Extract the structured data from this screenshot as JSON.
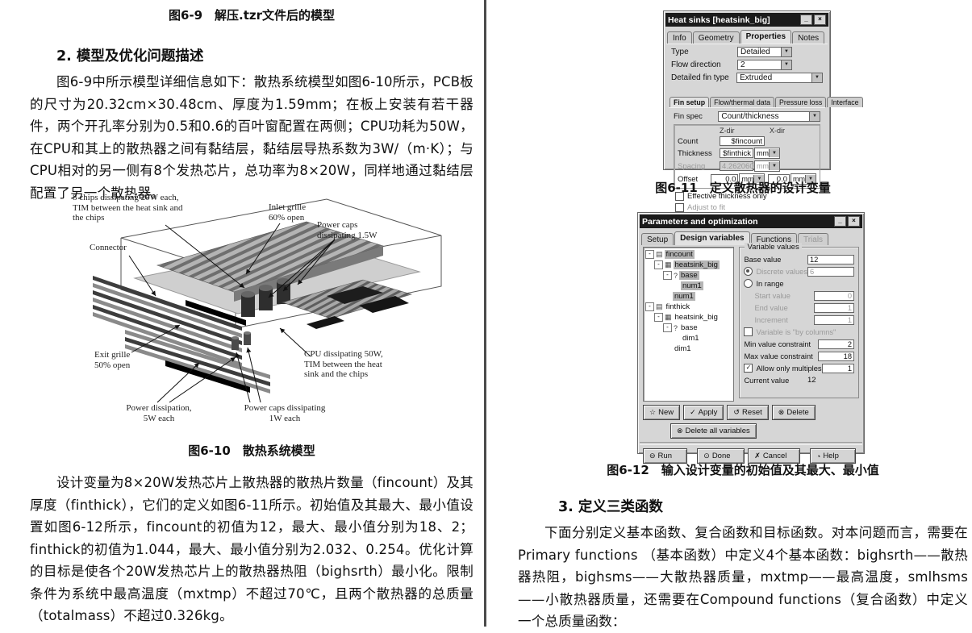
{
  "left_column": {
    "fig9_caption": "图6-9　解压.tzr文件后的模型",
    "section_heading": "2. 模型及优化问题描述",
    "para1": "图6-9中所示模型详细信息如下：散热系统模型如图6-10所示，PCB板的尺寸为20.32cm×30.48cm、厚度为1.59mm；在板上安装有若干器件，两个开孔率分别为0.5和0.6的百叶窗配置在两侧；CPU功耗为50W，在CPU和其上的散热器之间有黏结层，黏结层导热系数为3W/（m·K）；与CPU相对的另一侧有8个发热芯片，总功率为8×20W，同样地通过黏结层配置了另一个散热器。",
    "figure10": {
      "caption": "图6-10　散热系统模型",
      "labels": {
        "chips": "8 chips dissipating 20W each,\nTIM between the heat sink and\nthe chips",
        "connector": "Connector",
        "inlet": "Inlet grille\n60% open",
        "power_caps_15w": "Power caps\ndissipating 1.5W",
        "exit": "Exit grille\n50% open",
        "cpu": "CPU dissipating 50W,\nTIM between the heat\nsink and the chips",
        "power_dissipation": "Power dissipation,\n5W each",
        "power_caps_1w": "Power caps dissipating\n1W each"
      }
    },
    "para2": "设计变量为8×20W发热芯片上散热器的散热片数量（fincount）及其厚度（finthick），它们的定义如图6-11所示。初始值及其最大、最小值设置如图6-12所示，fincount的初值为12，最大、最小值分别为18、2；finthick的初值为1.044，最大、最小值分别为2.032、0.254。优化计算的目标是使各个20W发热芯片上的散热器热阻（bighsrth）最小化。限制条件为系统中最高温度（mxtmp）不超过70℃，且两个散热器的总质量（totalmass）不超过0.326kg。"
  },
  "right_column": {
    "dialog1": {
      "title": "Heat sinks [heatsink_big]",
      "minimize": "_",
      "close": "×",
      "tabs": [
        "Info",
        "Geometry",
        "Properties",
        "Notes"
      ],
      "type_label": "Type",
      "type_value": "Detailed",
      "flow_label": "Flow direction",
      "flow_value": "2",
      "detfin_label": "Detailed fin type",
      "detfin_value": "Extruded",
      "subtabs": [
        "Fin setup",
        "Flow/thermal data",
        "Pressure loss",
        "Interface"
      ],
      "finspec_label": "Fin spec",
      "finspec_value": "Count/thickness",
      "zdir": "Z-dir",
      "xdir": "X-dir",
      "count_label": "Count",
      "count_value": "$fincount",
      "thick_label": "Thickness",
      "thick_value": "$finthick",
      "spacing_label": "Spacing",
      "spacing_value": "4.2620602",
      "offset_label": "Offset",
      "offset_z": "0.0",
      "offset_x": "0.0",
      "mm": "mm",
      "arrow": "▼",
      "chk1": "Effective thickness only",
      "chk2": "Adjust to fit"
    },
    "fig11_caption": "图6-11　定义散热器的设计变量",
    "dialog2": {
      "title": "Parameters and optimization",
      "minimize": "_",
      "close": "×",
      "tabs": [
        "Setup",
        "Design variables",
        "Functions",
        "Trials"
      ],
      "tree": [
        {
          "label": "fincount"
        },
        {
          "label": "heatsink_big"
        },
        {
          "label": "base"
        },
        {
          "label": "num1"
        },
        {
          "label": "num1"
        },
        {
          "label": "finthick"
        },
        {
          "label": "heatsink_big"
        },
        {
          "label": "base"
        },
        {
          "label": "dim1"
        },
        {
          "label": "dim1"
        }
      ],
      "tree_icons": {
        "doc": "▤",
        "model": "▦",
        "question": "?",
        "collapse": "-"
      },
      "vv": {
        "title": "Variable values",
        "base_label": "Base value",
        "base_value": "12",
        "discrete_label": "Discrete values",
        "discrete_value": "6",
        "inrange_label": "In range",
        "start_label": "Start value",
        "start_value": "0",
        "end_label": "End value",
        "end_value": "1",
        "incr_label": "Increment",
        "incr_value": "1",
        "bycol_label": "Variable is \"by columns\"",
        "min_label": "Min value constraint",
        "min_value": "2",
        "max_label": "Max value constraint",
        "max_value": "18",
        "mult_label": "Allow only multiples",
        "mult_value": "1",
        "current_label": "Current value",
        "current_value": "12"
      },
      "buttons": {
        "new": "New",
        "apply": "Apply",
        "reset": "Reset",
        "delete": "Delete",
        "delete_all": "Delete all variables",
        "run": "Run",
        "done": "Done",
        "cancel": "Cancel",
        "help": "Help"
      },
      "button_icons": {
        "new": "☆",
        "apply": "✓",
        "reset": "↺",
        "delete": "⊗",
        "delete_all": "⊗",
        "run": "⊖",
        "done": "⊙",
        "cancel": "✗",
        "help": "◔",
        "check": "✓"
      }
    },
    "fig12_caption": "图6-12　输入设计变量的初始值及其最大、最小值",
    "section_heading": "3. 定义三类函数",
    "para": "下面分别定义基本函数、复合函数和目标函数。对本问题而言，需要在Primary functions （基本函数）中定义4个基本函数：bighsrth——散热器热阻，bighsms——大散热器质量，mxtmp——最高温度，smlhsms——小散热器质量，还需要在Compound functions（复合函数）中定义一个总质量函数："
  },
  "colors": {
    "divider": "#4b4b4b",
    "titlebar": "#1b1b1b",
    "dialog_bg": "#d6d6d6",
    "tree_select": "#b5b5b5"
  }
}
